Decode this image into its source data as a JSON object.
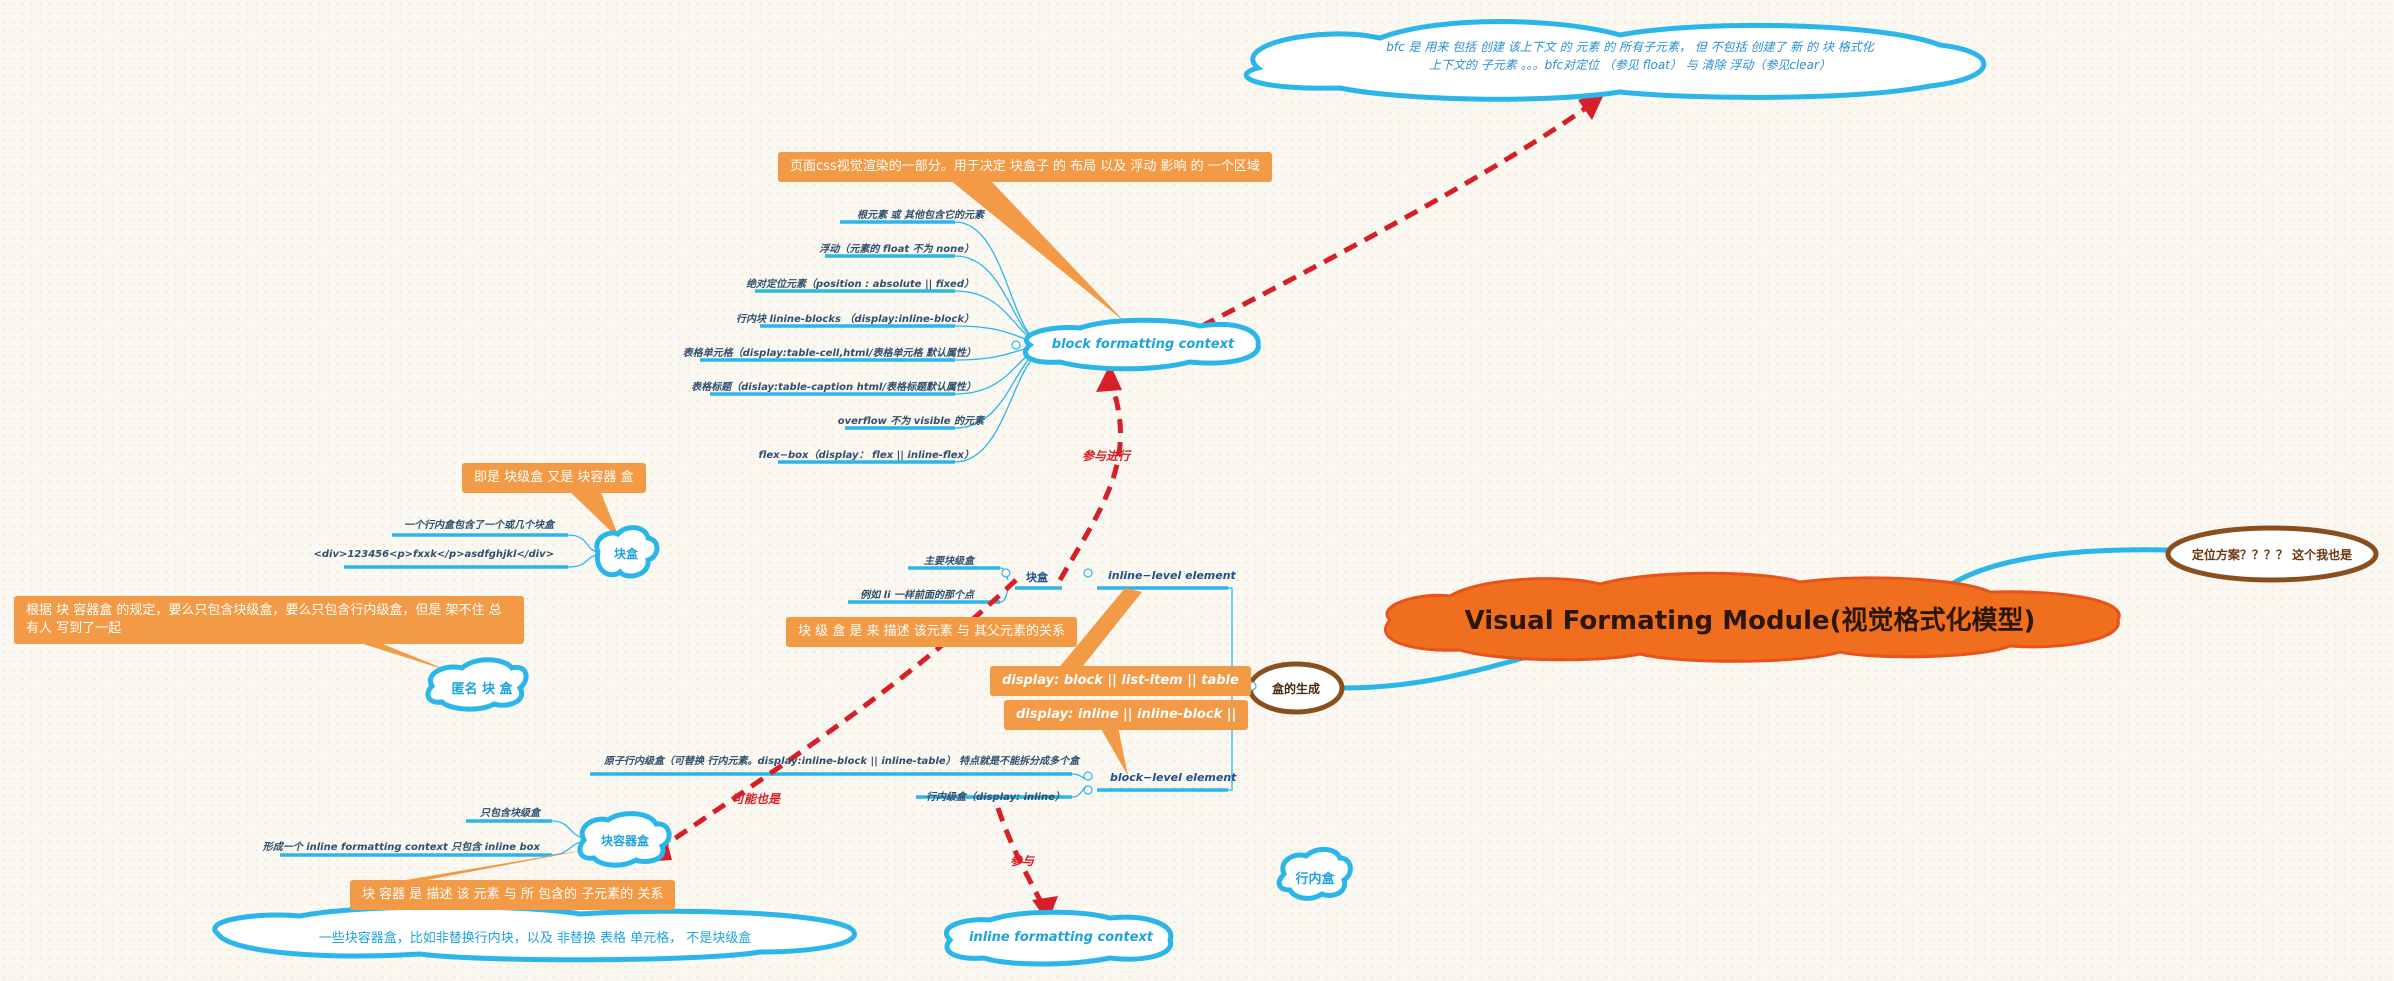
{
  "central_topic": "Visual Formating Module(视觉格式化模型)",
  "positioning_topic": "定位方案？？？？ 这个我也是",
  "box_generation": "盒的生成",
  "bfc": {
    "label": "block formatting context",
    "definition": "页面css视觉渲染的一部分。用于决定 块盒子 的 布局 以及 浮动 影响 的 一个区域",
    "description": "bfc 是 用来 包括 创建 该上下文 的 元素 的 所有子元素， 但 不包括 创建了 新 的 块 格式化 上下文的 子元素 。。。bfc对定位 （参见 float） 与 清除 浮动（参见clear）",
    "triggers": [
      "根元素  或  其他包含它的元素",
      "浮动（元素的 float 不为 none）",
      "绝对定位元素（position : absolute || fixed）",
      "行内块 linine-blocks   （display:inline-block）",
      "表格单元格（display:table-cell,html/表格单元格 默认属性）",
      "表格标题（dislay:table-caption html/表格标题默认属性）",
      "overflow 不为 visible 的元素",
      "flex−box（display： flex || inline-flex）"
    ]
  },
  "inline_level": {
    "label": "inline−level element",
    "child": "块盒",
    "items": [
      "主要块级盒",
      "例如 li 一样前面的那个点"
    ],
    "note": "块 级 盒 是 来 描述 该元素 与 其父元素的关系"
  },
  "block_level": {
    "label": "block−level element",
    "items": [
      "原子行内级盒（可替换 行内元素。display:inline-block || inline-table） 特点就是不能拆分成多个盒",
      "行内级盒（display:   inline）"
    ]
  },
  "display_notes": [
    "display:   block || list-item || table",
    "display: inline || inline-block ||"
  ],
  "block_box": {
    "label": "块盒",
    "note": "即是 块级盒 又是 块容器 盒",
    "items": [
      "一个行内盒包含了一个或几个块盒",
      "<div>123456<p>fxxk</p>asdfghjkl</div>"
    ]
  },
  "anonymous_block": {
    "label": "匿名 块 盒",
    "note": "根据 块 容器盒 的规定，要么只包含块级盒，要么只包含行内级盒，但是 架不住 总有人 写到了一起"
  },
  "block_container": {
    "label": "块容器盒",
    "items": [
      "只包含块级盒",
      "形成一个 inline formatting context 只包含 inline box"
    ],
    "note": "块 容器 是 描述 该 元素 与 所 包含的 子元素的 关系",
    "cloud_note": "一些块容器盒，比如非替换行内块，以及 非替换 表格 单元格， 不是块级盒"
  },
  "ifc": {
    "label": "inline formatting context"
  },
  "inline_box": {
    "label": "行内盒"
  },
  "relations": {
    "participates": "参与进行",
    "may_also_be": "可能也是",
    "participate": "参与"
  }
}
